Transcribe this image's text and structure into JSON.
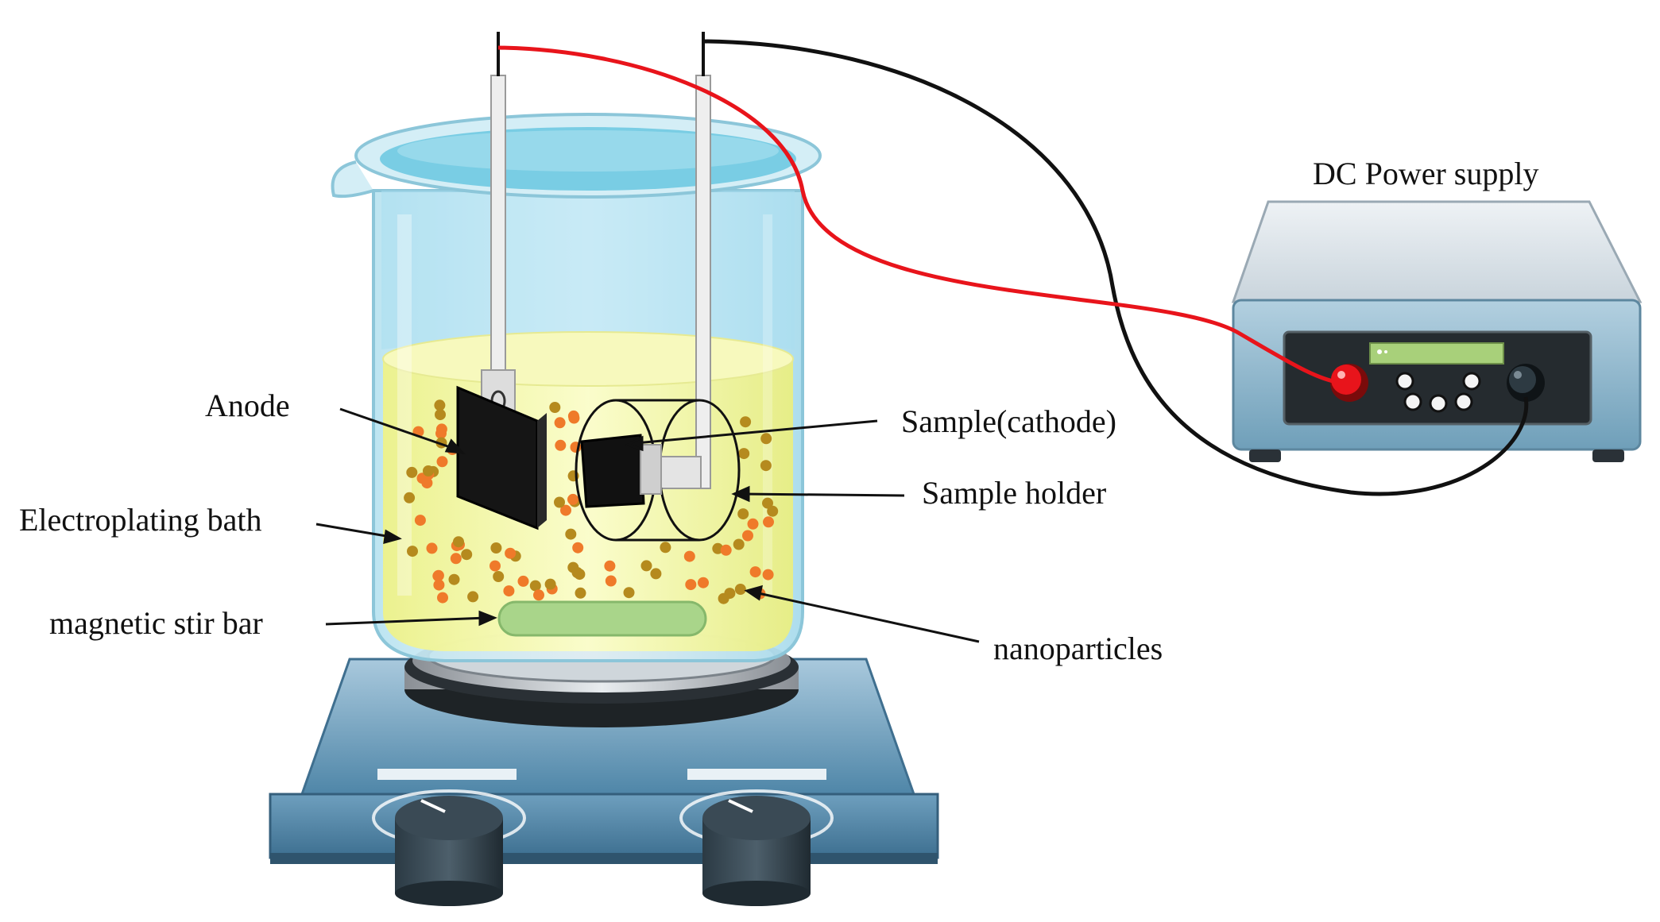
{
  "labels": {
    "anode": "Anode",
    "sample_cathode": "Sample(cathode)",
    "sample_holder": "Sample holder",
    "electroplating_bath": "Electroplating bath",
    "magnetic_stir_bar": "magnetic stir bar",
    "nanoparticles": "nanoparticles",
    "dc_power_supply": "DC Power supply"
  },
  "colors": {
    "positive_wire": "#e8141b",
    "negative_wire": "#111111",
    "bath_liquid": "#f3f5a8",
    "water_top": "#7fd0e6",
    "stir_bar": "#a9d58a",
    "stirrer_body": "#7aa8c4",
    "particle_orange": "#ef7a2a",
    "particle_brown": "#b58a1e"
  }
}
